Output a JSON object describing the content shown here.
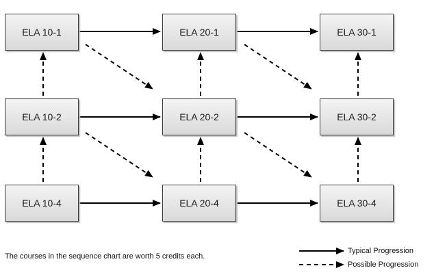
{
  "courses": {
    "row1": [
      "ELA 10-1",
      "ELA 20-1",
      "ELA 30-1"
    ],
    "row2": [
      "ELA 10-2",
      "ELA 20-2",
      "ELA 30-2"
    ],
    "row3": [
      "ELA 10-4",
      "ELA 20-4",
      "ELA 30-4"
    ]
  },
  "note": "The courses in the sequence chart are worth 5 credits each.",
  "legend": {
    "typical": "Typical Progression",
    "possible": "Possible Progression"
  },
  "colors": {
    "arrow": "#000000",
    "box_border": "#3a3a3a",
    "box_fill_top": "#f4f4f4",
    "box_fill_bottom": "#d9d9d9"
  }
}
